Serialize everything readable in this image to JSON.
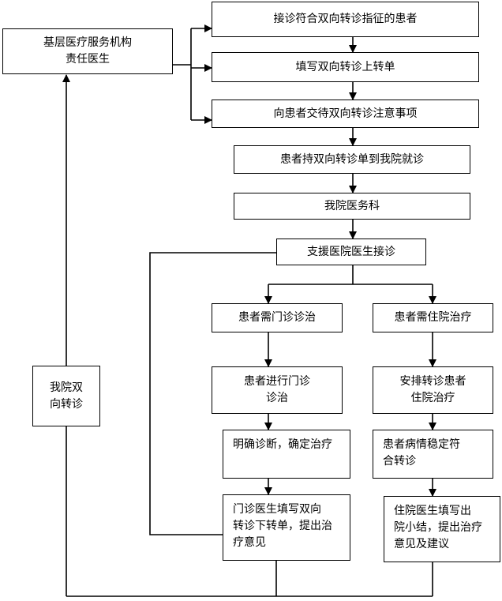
{
  "nodes": {
    "base_org_line1": "基层医疗服务机构",
    "base_org_line2": "责任医生",
    "receive_patient": "接诊符合双向转诊指征的患者",
    "fill_up_referral": "填写双向转诊上转单",
    "explain_notes": "向患者交待双向转诊注意事项",
    "patient_visits": "患者持双向转诊单到我院就诊",
    "medical_dept": "我院医务科",
    "support_doctor": "支援医院医生接诊",
    "outpatient_need": "患者需门诊诊治",
    "inpatient_need": "患者需住院治疗",
    "outpatient_treat_line1": "患者进行门诊",
    "outpatient_treat_line2": "诊治",
    "arrange_inpatient_line1": "安排转诊患者",
    "arrange_inpatient_line2": "住院治疗",
    "diagnosis": "明确诊断，确定治疗",
    "stable_line1": "患者病情稳定符",
    "stable_line2": "合转诊",
    "outpatient_down_line1": "门诊医生填写双向",
    "outpatient_down_line2": "转诊下转单，提出治",
    "outpatient_down_line3": "疗意见",
    "inpatient_discharge_line1": "住院医生填写出",
    "inpatient_discharge_line2": "院小结，提出治疗",
    "inpatient_discharge_line3": "意见及建议",
    "our_referral_line1": "我院双",
    "our_referral_line2": "向转诊"
  }
}
